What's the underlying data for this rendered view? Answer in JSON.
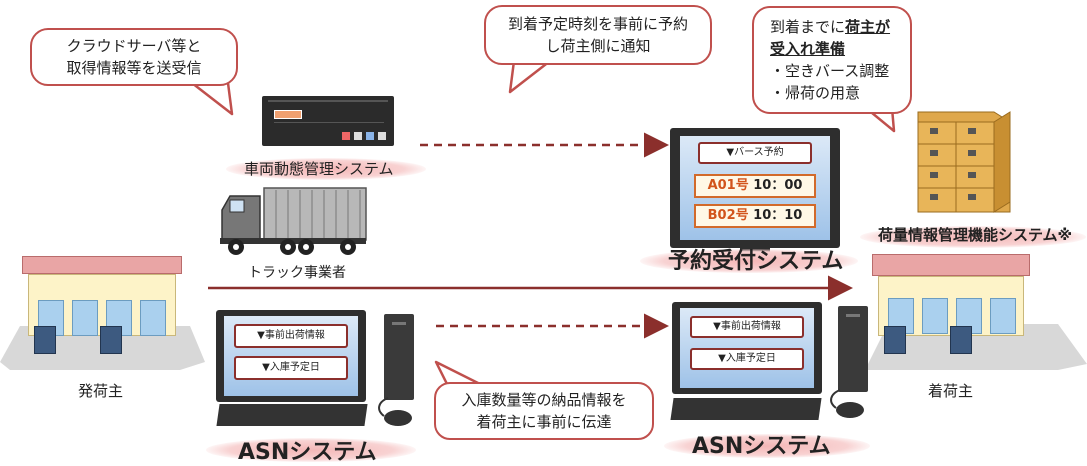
{
  "bubbles": {
    "cloud": [
      "クラウドサーバ等と",
      "取得情報等を送受信"
    ],
    "notify": [
      "到着予定時刻を事前に予約",
      "し荷主側に通知"
    ],
    "prepare": {
      "line1_prefix": "到着までに",
      "line1_bold": "荷主が",
      "line2_bold": "受入れ準備",
      "items": [
        "・空きバース調整",
        "・帰荷の用意"
      ]
    },
    "asn_info": [
      "入庫数量等の納品情報を",
      "着荷主に事前に伝達"
    ]
  },
  "labels": {
    "vehicle_system": "車両動態管理システム",
    "trucking": "トラック事業者",
    "reservation_system": "予約受付システム",
    "cargo_system": "荷量情報管理機能システム※",
    "shipper": "発荷主",
    "consignee": "着荷主",
    "asn_left": "ASNシステム",
    "asn_right": "ASNシステム"
  },
  "reservation_screen": {
    "header": "▼バース予約",
    "slots": [
      {
        "code": "A01号",
        "time": "10：00"
      },
      {
        "code": "B02号",
        "time": "10：10"
      }
    ]
  },
  "asn_screen": {
    "item1": "▼事前出荷情報",
    "item2": "▼入庫予定日"
  },
  "colors": {
    "accent": "#c0504d",
    "arrow": "#8b2f2c",
    "slot_border": "#d26a2a"
  }
}
